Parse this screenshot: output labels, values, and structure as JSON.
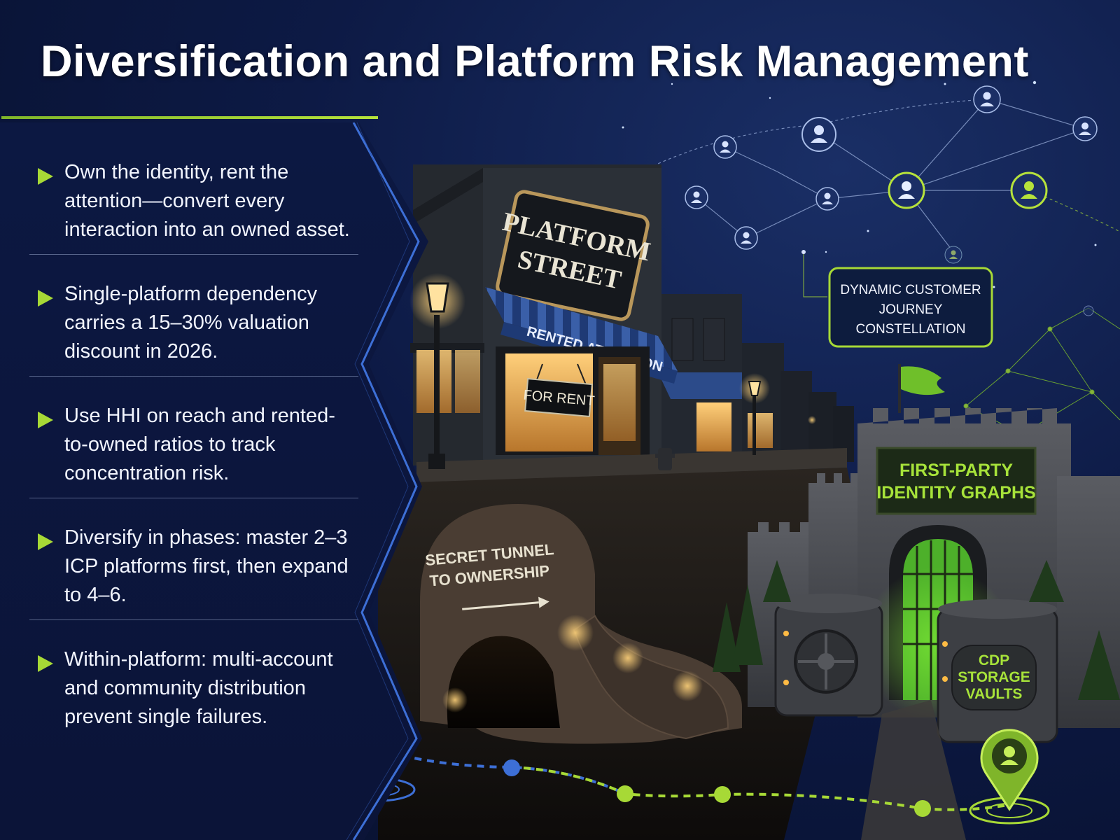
{
  "title": "Diversification and Platform Risk Management",
  "bullets": [
    "Own the identity, rent the attention—convert every interaction into an owned asset.",
    "Single-platform dependency carries a 15–30% valuation discount in 2026.",
    "Use HHI on reach and rented-to-owned ratios to track concentration risk.",
    "Diversify in phases: master 2–3 ICP platforms first, then expand to 4–6.",
    "Within-platform: multi-account and community distribution prevent single failures."
  ],
  "scene": {
    "store_sign_line1": "PLATFORM",
    "store_sign_line2": "STREET",
    "awning_label": "RENTED ATTENTION",
    "window_sign": "FOR RENT",
    "tunnel_label_line1": "SECRET TUNNEL",
    "tunnel_label_line2": "TO OWNERSHIP",
    "constellation_label_line1": "DYNAMIC CUSTOMER",
    "constellation_label_line2": "JOURNEY",
    "constellation_label_line3": "CONSTELLATION",
    "castle_sign_line1": "FIRST-PARTY",
    "castle_sign_line2": "IDENTITY GRAPHS",
    "vault_label_line1": "CDP",
    "vault_label_line2": "STORAGE",
    "vault_label_line3": "VAULTS"
  },
  "colors": {
    "accent_green": "#a7d936",
    "panel_edge_blue": "#3d6fd6",
    "background_navy": "#0a1330"
  },
  "icons": [
    "user-icon",
    "location-pin-icon",
    "flag-icon",
    "street-lamp-icon",
    "vault-icon",
    "castle-icon",
    "arrow-right-icon"
  ]
}
